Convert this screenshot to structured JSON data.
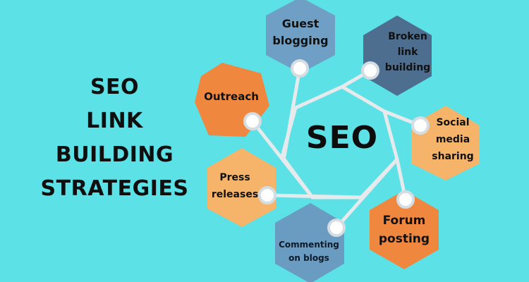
{
  "title": {
    "lines": [
      "SEO",
      "LINK",
      "BUILDING",
      "STRATEGIES"
    ]
  },
  "center": {
    "label": "SEO"
  },
  "nodes": [
    {
      "id": "guest-blogging",
      "lines": [
        "Guest",
        "blogging"
      ],
      "color": "#6f9fc4"
    },
    {
      "id": "broken-link-building",
      "lines": [
        "Broken",
        "link",
        "building"
      ],
      "color": "#4d6e8e"
    },
    {
      "id": "outreach",
      "lines": [
        "Outreach"
      ],
      "color": "#f0873f"
    },
    {
      "id": "social-media-sharing",
      "lines": [
        "Social",
        "media",
        "sharing"
      ],
      "color": "#f5b46a"
    },
    {
      "id": "press-releases",
      "lines": [
        "Press",
        "releases"
      ],
      "color": "#f5b46a"
    },
    {
      "id": "commenting-on-blogs",
      "lines": [
        "Commenting",
        "on blogs"
      ],
      "color": "#6a9cc1"
    },
    {
      "id": "forum-posting",
      "lines": [
        "Forum",
        "posting"
      ],
      "color": "#f0873f"
    }
  ],
  "colors": {
    "background": "#5ce1e6",
    "connector": "#e6eaec",
    "text": "#111111"
  }
}
